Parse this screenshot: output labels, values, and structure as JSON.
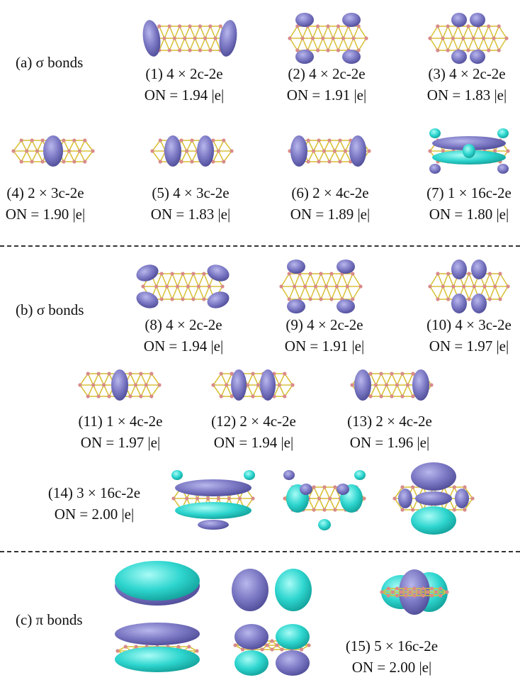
{
  "sections": [
    {
      "label": "(a) σ bonds"
    },
    {
      "label": "(b) σ bonds"
    },
    {
      "label": "(c) π bonds"
    }
  ],
  "captions": [
    {
      "title": "(1) 4 × 2c-2e",
      "on": "ON = 1.94 |e|"
    },
    {
      "title": "(2) 4 × 2c-2e",
      "on": "ON = 1.91 |e|"
    },
    {
      "title": "(3) 4 × 2c-2e",
      "on": "ON = 1.83 |e|"
    },
    {
      "title": "(4) 2 × 3c-2e",
      "on": "ON = 1.90 |e|"
    },
    {
      "title": "(5) 4 × 3c-2e",
      "on": "ON = 1.83 |e|"
    },
    {
      "title": "(6) 2 × 4c-2e",
      "on": "ON = 1.89 |e|"
    },
    {
      "title": "(7) 1 × 16c-2e",
      "on": "ON = 1.80 |e|"
    },
    {
      "title": "(8) 4 × 2c-2e",
      "on": "ON = 1.94 |e|"
    },
    {
      "title": "(9) 4 × 2c-2e",
      "on": "ON = 1.91 |e|"
    },
    {
      "title": "(10) 4 × 3c-2e",
      "on": "ON = 1.97 |e|"
    },
    {
      "title": "(11) 1 × 4c-2e",
      "on": "ON = 1.97 |e|"
    },
    {
      "title": "(12) 2 × 4c-2e",
      "on": "ON = 1.94 |e|"
    },
    {
      "title": "(13) 2 × 4c-2e",
      "on": "ON = 1.96 |e|"
    },
    {
      "title": "(14) 3 × 16c-2e",
      "on": "ON = 2.00 |e|"
    },
    {
      "title": "(15) 5 × 16c-2e",
      "on": "ON = 2.00 |e|"
    }
  ],
  "colors": {
    "lobe_purple": "#7b78c4",
    "lobe_cyan": "#2ed6cf",
    "bond": "#d9c23a",
    "atom": "#d98a8a"
  }
}
